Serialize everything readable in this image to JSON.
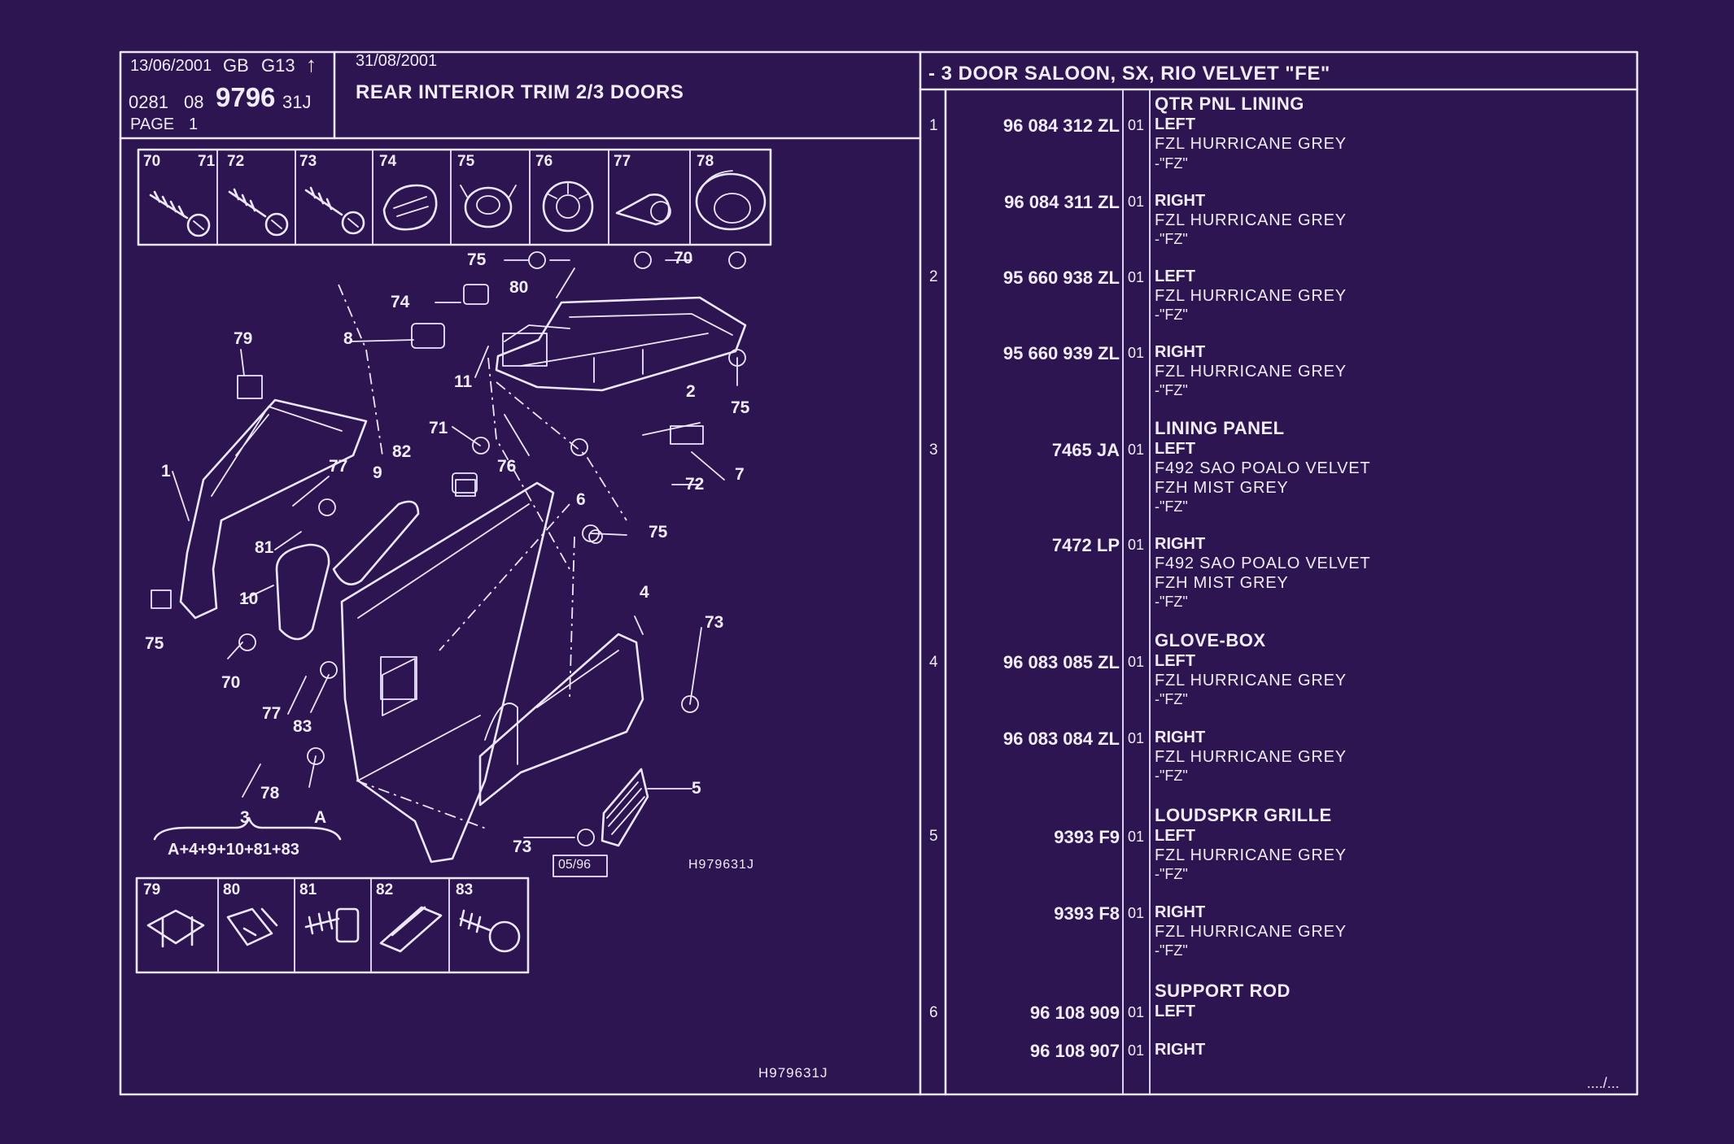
{
  "header": {
    "date_left": "13/06/2001",
    "country": "GB",
    "group": "G13",
    "arrow": "↑",
    "ref_prefix": "0281",
    "ref_group": "08",
    "ref_main": "9796",
    "ref_suffix": "31J",
    "page": "PAGE",
    "page_num": "1",
    "date_right": "31/08/2001",
    "title": "REAR INTERIOR TRIM 2/3 DOORS",
    "model": "- 3 DOOR SALOON, SX, RIO VELVET \"FE\""
  },
  "fastener_box_top": [
    "70",
    "71",
    "72",
    "73",
    "74",
    "75",
    "76",
    "77",
    "78"
  ],
  "fastener_box_bottom": [
    "79",
    "80",
    "81",
    "82",
    "83"
  ],
  "diagram": {
    "callouts": [
      "75",
      "80",
      "70",
      "74",
      "8",
      "79",
      "11",
      "71",
      "2",
      "75",
      "82",
      "76",
      "6",
      "72",
      "7",
      "1",
      "77",
      "9",
      "81",
      "10",
      "75",
      "4",
      "73",
      "75",
      "70",
      "77",
      "83",
      "78",
      "A",
      "5",
      "73",
      "3"
    ],
    "assembly_formula": "A+4+9+10+81+83",
    "date_box": "05/96",
    "code_inner": "H979631J",
    "code_bottom": "H979631J"
  },
  "parts": [
    {
      "ref": "1",
      "header": "QTR PNL LINING",
      "pn": "96 084 312 ZL",
      "qty": "01",
      "side": "LEFT",
      "lines": [
        "FZL HURRICANE GREY",
        "-\"FZ\""
      ]
    },
    {
      "ref": "",
      "header": "",
      "pn": "96 084 311 ZL",
      "qty": "01",
      "side": "RIGHT",
      "lines": [
        "FZL HURRICANE GREY",
        "-\"FZ\""
      ]
    },
    {
      "ref": "2",
      "header": "",
      "pn": "95 660 938 ZL",
      "qty": "01",
      "side": "LEFT",
      "lines": [
        "FZL HURRICANE GREY",
        "-\"FZ\""
      ]
    },
    {
      "ref": "",
      "header": "",
      "pn": "95 660 939 ZL",
      "qty": "01",
      "side": "RIGHT",
      "lines": [
        "FZL HURRICANE GREY",
        "-\"FZ\""
      ]
    },
    {
      "ref": "3",
      "header": "LINING PANEL",
      "pn": "7465 JA",
      "qty": "01",
      "side": "LEFT",
      "lines": [
        "F492 SAO POALO VELVET",
        "FZH MIST GREY",
        "-\"FZ\""
      ]
    },
    {
      "ref": "",
      "header": "",
      "pn": "7472 LP",
      "qty": "01",
      "side": "RIGHT",
      "lines": [
        "F492 SAO POALO VELVET",
        "FZH MIST GREY",
        "-\"FZ\""
      ]
    },
    {
      "ref": "4",
      "header": "GLOVE-BOX",
      "pn": "96 083 085 ZL",
      "qty": "01",
      "side": "LEFT",
      "lines": [
        "FZL HURRICANE GREY",
        "-\"FZ\""
      ]
    },
    {
      "ref": "",
      "header": "",
      "pn": "96 083 084 ZL",
      "qty": "01",
      "side": "RIGHT",
      "lines": [
        "FZL HURRICANE GREY",
        "-\"FZ\""
      ]
    },
    {
      "ref": "5",
      "header": "LOUDSPKR GRILLE",
      "pn": "9393 F9",
      "qty": "01",
      "side": "LEFT",
      "lines": [
        "FZL HURRICANE GREY",
        "-\"FZ\""
      ]
    },
    {
      "ref": "",
      "header": "",
      "pn": "9393 F8",
      "qty": "01",
      "side": "RIGHT",
      "lines": [
        "FZL HURRICANE GREY",
        "-\"FZ\""
      ]
    },
    {
      "ref": "6",
      "header": "SUPPORT ROD",
      "pn": "96 108 909",
      "qty": "01",
      "side": "LEFT",
      "lines": []
    },
    {
      "ref": "",
      "header": "",
      "pn": "96 108 907",
      "qty": "01",
      "side": "RIGHT",
      "lines": []
    }
  ],
  "continuation": "..../...",
  "colors": {
    "background": "#2c1550",
    "ink": "#f1ecff"
  }
}
